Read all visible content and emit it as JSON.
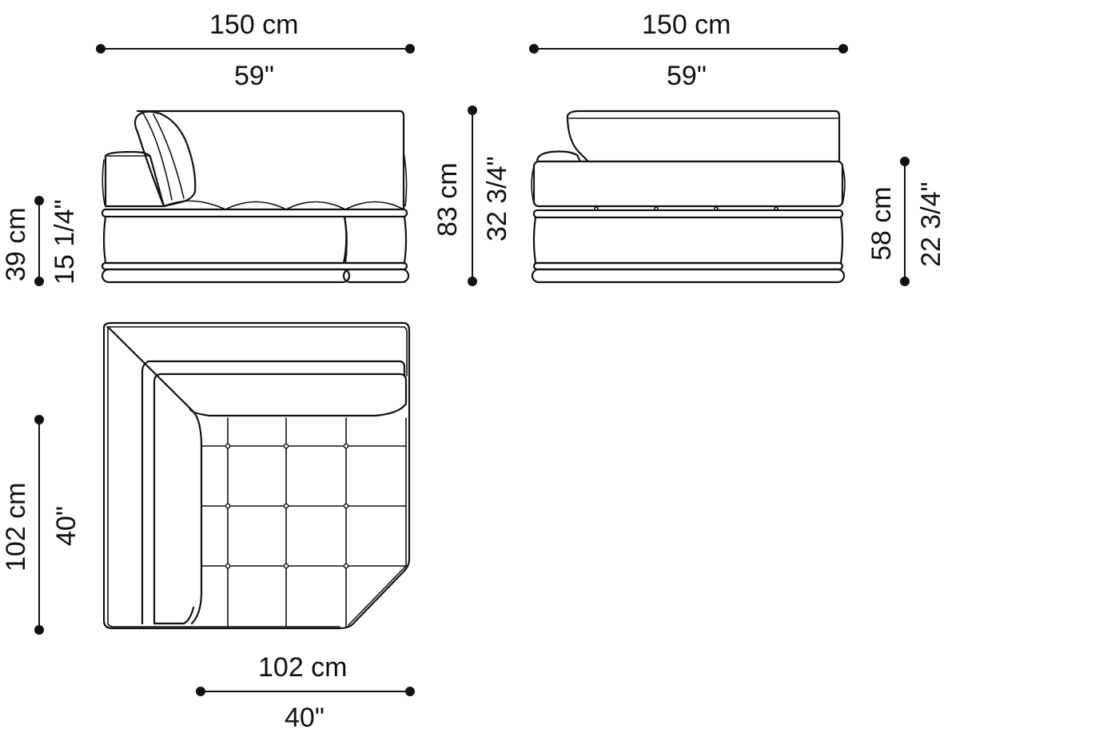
{
  "colors": {
    "line": "#111111",
    "background": "#ffffff"
  },
  "views": {
    "side_view": {
      "width_cm": "150 cm",
      "width_in": "59\"",
      "seat_height_cm": "39 cm",
      "seat_height_in": "15 1/4\""
    },
    "front_view": {
      "width_cm": "150 cm",
      "width_in": "59\"",
      "total_height_cm": "83 cm",
      "total_height_in": "32 3/4\"",
      "arm_height_cm": "58 cm",
      "arm_height_in": "22 3/4\""
    },
    "top_view": {
      "depth_cm": "102 cm",
      "depth_in": "40\"",
      "width_cm": "102 cm",
      "width_in": "40\""
    }
  }
}
